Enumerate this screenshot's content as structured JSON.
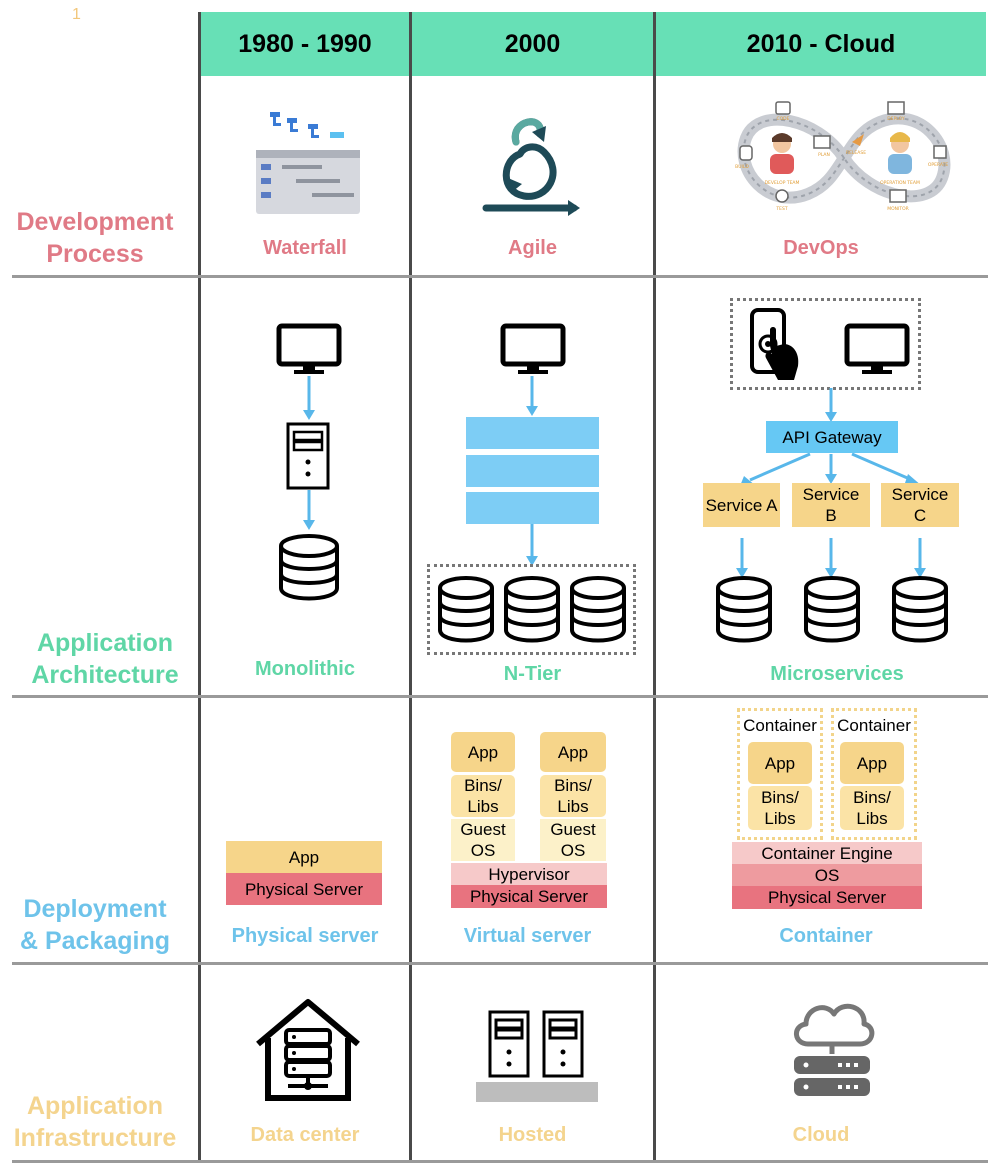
{
  "corner_number": "1",
  "colors": {
    "header": "#67e0b6",
    "dev": "#e07a86",
    "arch": "#5fd6a6",
    "deploy": "#6ec3ea",
    "infra": "#f4d48e",
    "service": "#f6d58a",
    "gateway": "#66c8f4"
  },
  "headers": [
    "1980 - 1990",
    "2000",
    "2010 - Cloud"
  ],
  "rows": {
    "dev": {
      "label_line1": "Development",
      "label_line2": "Process",
      "captions": [
        "Waterfall",
        "Agile",
        "DevOps"
      ]
    },
    "arch": {
      "label_line1": "Application",
      "label_line2": "Architecture",
      "captions": [
        "Monolithic",
        "N-Tier",
        "Microservices"
      ]
    },
    "deploy": {
      "label_line1": "Deployment",
      "label_line2": "& Packaging",
      "captions": [
        "Physical server",
        "Virtual server",
        "Container"
      ]
    },
    "infra": {
      "label_line1": "Application",
      "label_line2": "Infrastructure",
      "captions": [
        "Data center",
        "Hosted",
        "Cloud"
      ]
    }
  },
  "devops_labels": [
    "CODE",
    "PLAN",
    "BUILD",
    "TEST",
    "RELEASE",
    "DEPLOY",
    "OPERATE",
    "MONITOR",
    "DEVELOP TEAM",
    "OPERATION TEAM"
  ],
  "microservices": {
    "gateway": "API Gateway",
    "services": [
      {
        "line1": "Service A",
        "line2": ""
      },
      {
        "line1": "Service",
        "line2": "B"
      },
      {
        "line1": "Service",
        "line2": "C"
      }
    ]
  },
  "physical": {
    "app": "App",
    "server": "Physical Server"
  },
  "virtual": {
    "app": "App",
    "bins1": "Bins/",
    "bins2": "Libs",
    "guest1": "Guest",
    "guest2": "OS",
    "hypervisor": "Hypervisor",
    "server": "Physical Server"
  },
  "container": {
    "label": "Container",
    "app": "App",
    "bins1": "Bins/",
    "bins2": "Libs",
    "engine": "Container Engine",
    "os": "OS",
    "server": "Physical Server"
  },
  "icons": [
    "monitor-icon",
    "server-tower-icon",
    "database-icon",
    "phone-touch-icon",
    "house-server-icon",
    "cloud-server-icon",
    "waterfall-icon",
    "agile-cycle-icon",
    "devops-infinity-icon"
  ]
}
